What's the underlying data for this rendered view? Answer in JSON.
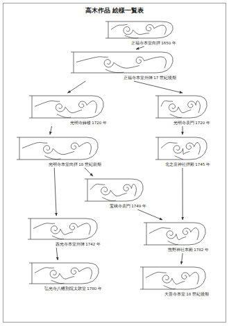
{
  "diagram": {
    "title": "高木作品 絵様一覧表",
    "nodes": [
      {
        "text": [
          "正福寺本堂向拝 1650 年"
        ]
      },
      {
        "text": [
          "正福寺本堂外陣 17 世紀後期"
        ]
      },
      {
        "text": [
          "光明寺鐘楼 1720 年"
        ]
      },
      {
        "text": [
          "光明寺表門 1720 年"
        ]
      },
      {
        "text": [
          "光明寺本堂向拝 18 世紀前期"
        ]
      },
      {
        "text": [
          "北之庄神社拝殿 1745 年"
        ]
      },
      {
        "text": [
          "宝積寺表門 1749 年"
        ]
      },
      {
        "text": [
          "西光寺本堂外陣 1742 年"
        ]
      },
      {
        "text": [
          "熊野神社本殿 1782 年"
        ]
      },
      {
        "text": [
          "弘光寺八幡別院太鼓堂 1780 年"
        ]
      },
      {
        "text": [
          "大善寺本堂 18 世紀後期"
        ]
      }
    ],
    "edges": [
      {
        "from": 0,
        "to": 1,
        "arrow": "to"
      },
      {
        "from": 1,
        "to": 2,
        "arrow": "to"
      },
      {
        "from": 1,
        "to": 3,
        "arrow": "to"
      },
      {
        "from": 2,
        "to": 4,
        "arrow": "to"
      },
      {
        "from": 3,
        "to": 5,
        "arrow": "to"
      },
      {
        "from": 4,
        "to": 6,
        "arrow": "to"
      },
      {
        "from": 4,
        "to": 7,
        "arrow": "to"
      },
      {
        "from": 6,
        "to": 8,
        "arrow": "to"
      },
      {
        "from": 5,
        "to": 8,
        "arrow": "to"
      },
      {
        "from": 7,
        "to": 9,
        "arrow": "to"
      },
      {
        "from": 8,
        "to": 10,
        "arrow": "to"
      }
    ]
  }
}
